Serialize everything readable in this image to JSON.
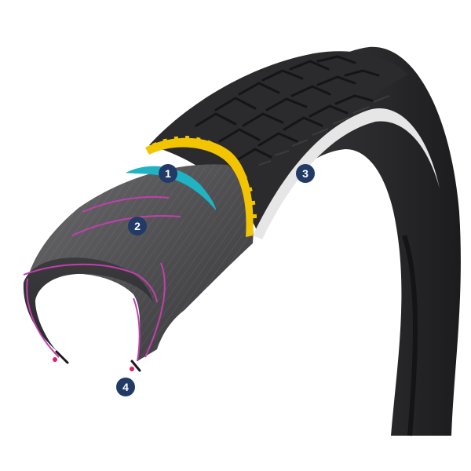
{
  "markers": [
    {
      "label": "1"
    },
    {
      "label": "2"
    },
    {
      "label": "3"
    },
    {
      "label": "4"
    }
  ],
  "colors": {
    "background": "#ffffff",
    "tire_rubber": "#2d2d2f",
    "tread_block": "#1f1f21",
    "casing_gray": "#5a5a5d",
    "reflective_stripe": "#e6e6e6",
    "protection_belt": "#f2c500",
    "breaker_layer": "#1fb3c4",
    "casing_outline": "#c23fae",
    "marker_fill": "#223a66",
    "marker_text": "#ffffff"
  },
  "icons": {
    "marker": "numbered-circle-marker",
    "tire": "bicycle-tire-cross-section"
  }
}
